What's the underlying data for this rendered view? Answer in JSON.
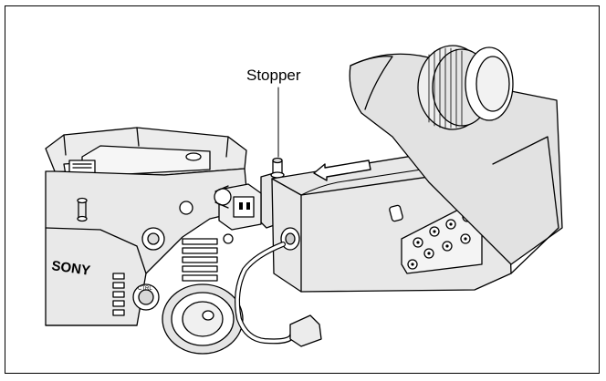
{
  "callouts": {
    "stopper": "Stopper"
  },
  "figure": {
    "body_marking": "SONY",
    "ctrl_marking": "CTRL"
  }
}
